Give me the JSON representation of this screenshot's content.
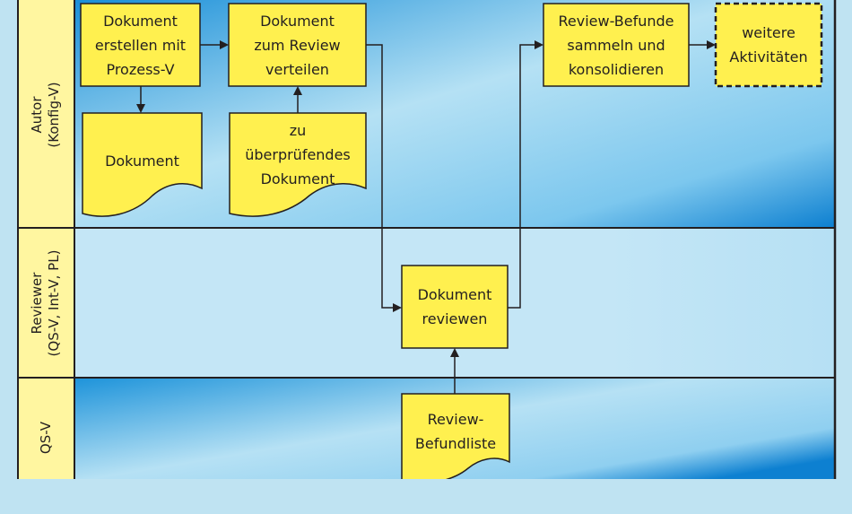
{
  "lanes": [
    {
      "line1": "Autor",
      "line2": "(Konfig-V)"
    },
    {
      "line1": "Reviewer",
      "line2": "(QS-V, Int-V, PL)"
    },
    {
      "line1": "QS-V",
      "line2": ""
    }
  ],
  "nodes": {
    "erstellen": {
      "lines": [
        "Dokument",
        "erstellen mit",
        "Prozess-V"
      ]
    },
    "verteilen": {
      "lines": [
        "Dokument",
        "zum Review",
        "verteilen"
      ]
    },
    "befunde_sammeln": {
      "lines": [
        "Review-Befunde",
        "sammeln und",
        "konsolidieren"
      ]
    },
    "weitere": {
      "lines": [
        "weitere",
        "Aktivitäten"
      ]
    },
    "dokument": {
      "lines": [
        "Dokument"
      ]
    },
    "zu_pruefen": {
      "lines": [
        "zu",
        "überprüfendes",
        "Dokument"
      ]
    },
    "reviewen": {
      "lines": [
        "Dokument",
        "reviewen"
      ]
    },
    "befundliste": {
      "lines": [
        "Review-",
        "Befundliste"
      ]
    }
  },
  "colors": {
    "node_fill": "#fff04f",
    "lane_label_bg": "#fff6a0",
    "border": "#231f20",
    "bg_light": "#c9e9f7",
    "bg_deep": "#0a7fd0"
  }
}
